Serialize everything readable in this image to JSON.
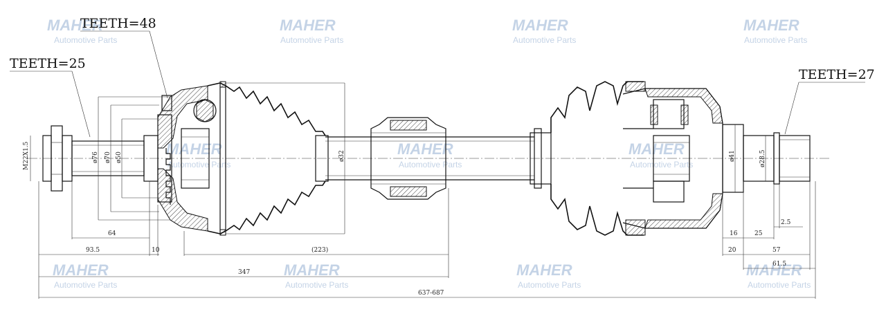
{
  "callouts": {
    "teeth_48": "TEETH=48",
    "teeth_25": "TEETH=25",
    "teeth_27": "TEETH=27"
  },
  "watermark": {
    "brand": "MAHER",
    "sub": "Automotive Parts"
  },
  "diameters": {
    "thread": "M22X1.5",
    "d76": "ø76",
    "d70": "ø70",
    "d50": "ø50",
    "d32": "ø32",
    "d41": "ø41",
    "d28_5": "ø28.5"
  },
  "dimensions": {
    "d64": "64",
    "d93_5": "93.5",
    "d10": "10",
    "d223": "(223)",
    "d347": "347",
    "d637_687": "637-687",
    "d16": "16",
    "d25": "25",
    "d2_5": "2.5",
    "d20": "20",
    "d57": "57",
    "d61_5": "61.5"
  },
  "colors": {
    "line": "#111111",
    "watermark": "#c4d3e6"
  }
}
